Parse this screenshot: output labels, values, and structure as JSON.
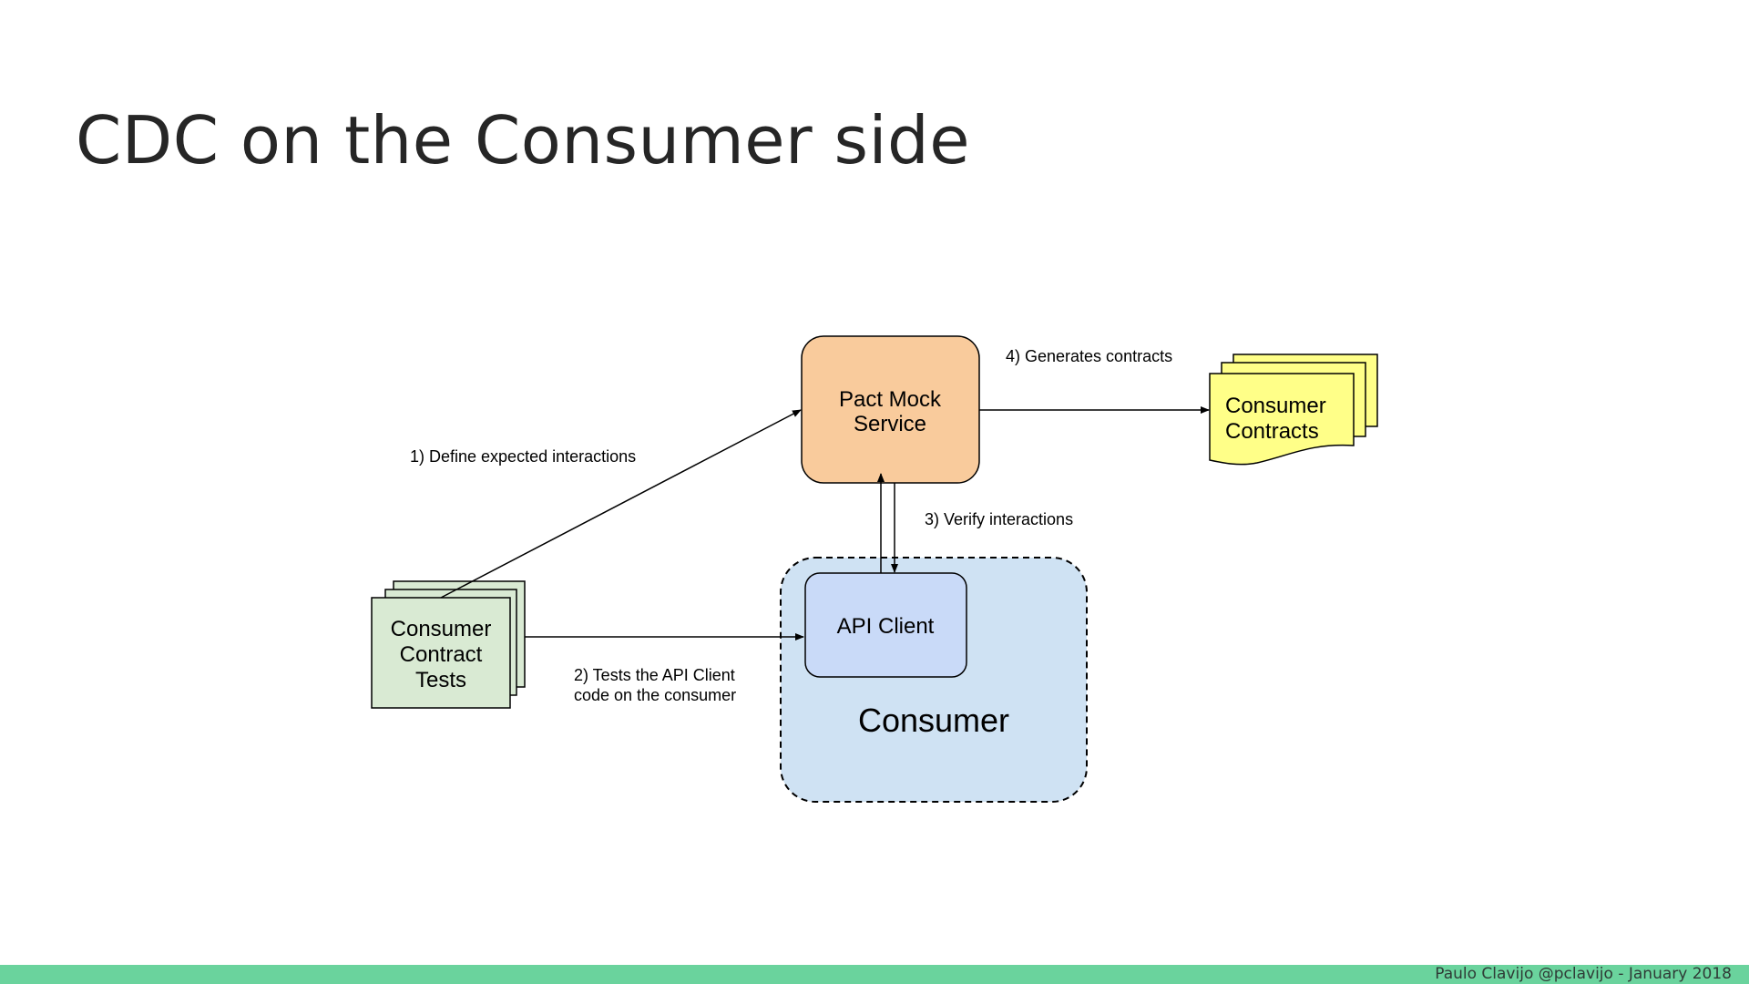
{
  "title": "CDC on the Consumer side",
  "nodes": {
    "pact_mock_service": [
      "Pact Mock",
      "Service"
    ],
    "consumer_contracts": [
      "Consumer",
      "Contracts"
    ],
    "consumer_contract_tests": [
      "Consumer",
      "Contract",
      "Tests"
    ],
    "api_client": "API Client",
    "consumer": "Consumer"
  },
  "edges": {
    "define": "1)  Define expected interactions",
    "tests": [
      "2) Tests the API Client",
      "code on the consumer"
    ],
    "verify": "3) Verify interactions",
    "generates": "4) Generates contracts"
  },
  "colors": {
    "pact_mock_service": "#f9cb9c",
    "consumer_contracts": "#ffff88",
    "consumer_contract_tests": "#d9ead3",
    "api_client": "#c9daf8",
    "consumer": "#cfe2f3",
    "footer_bar": "#6ad39d"
  },
  "footer": "Paulo Clavijo @pclavijo  -  January 2018"
}
